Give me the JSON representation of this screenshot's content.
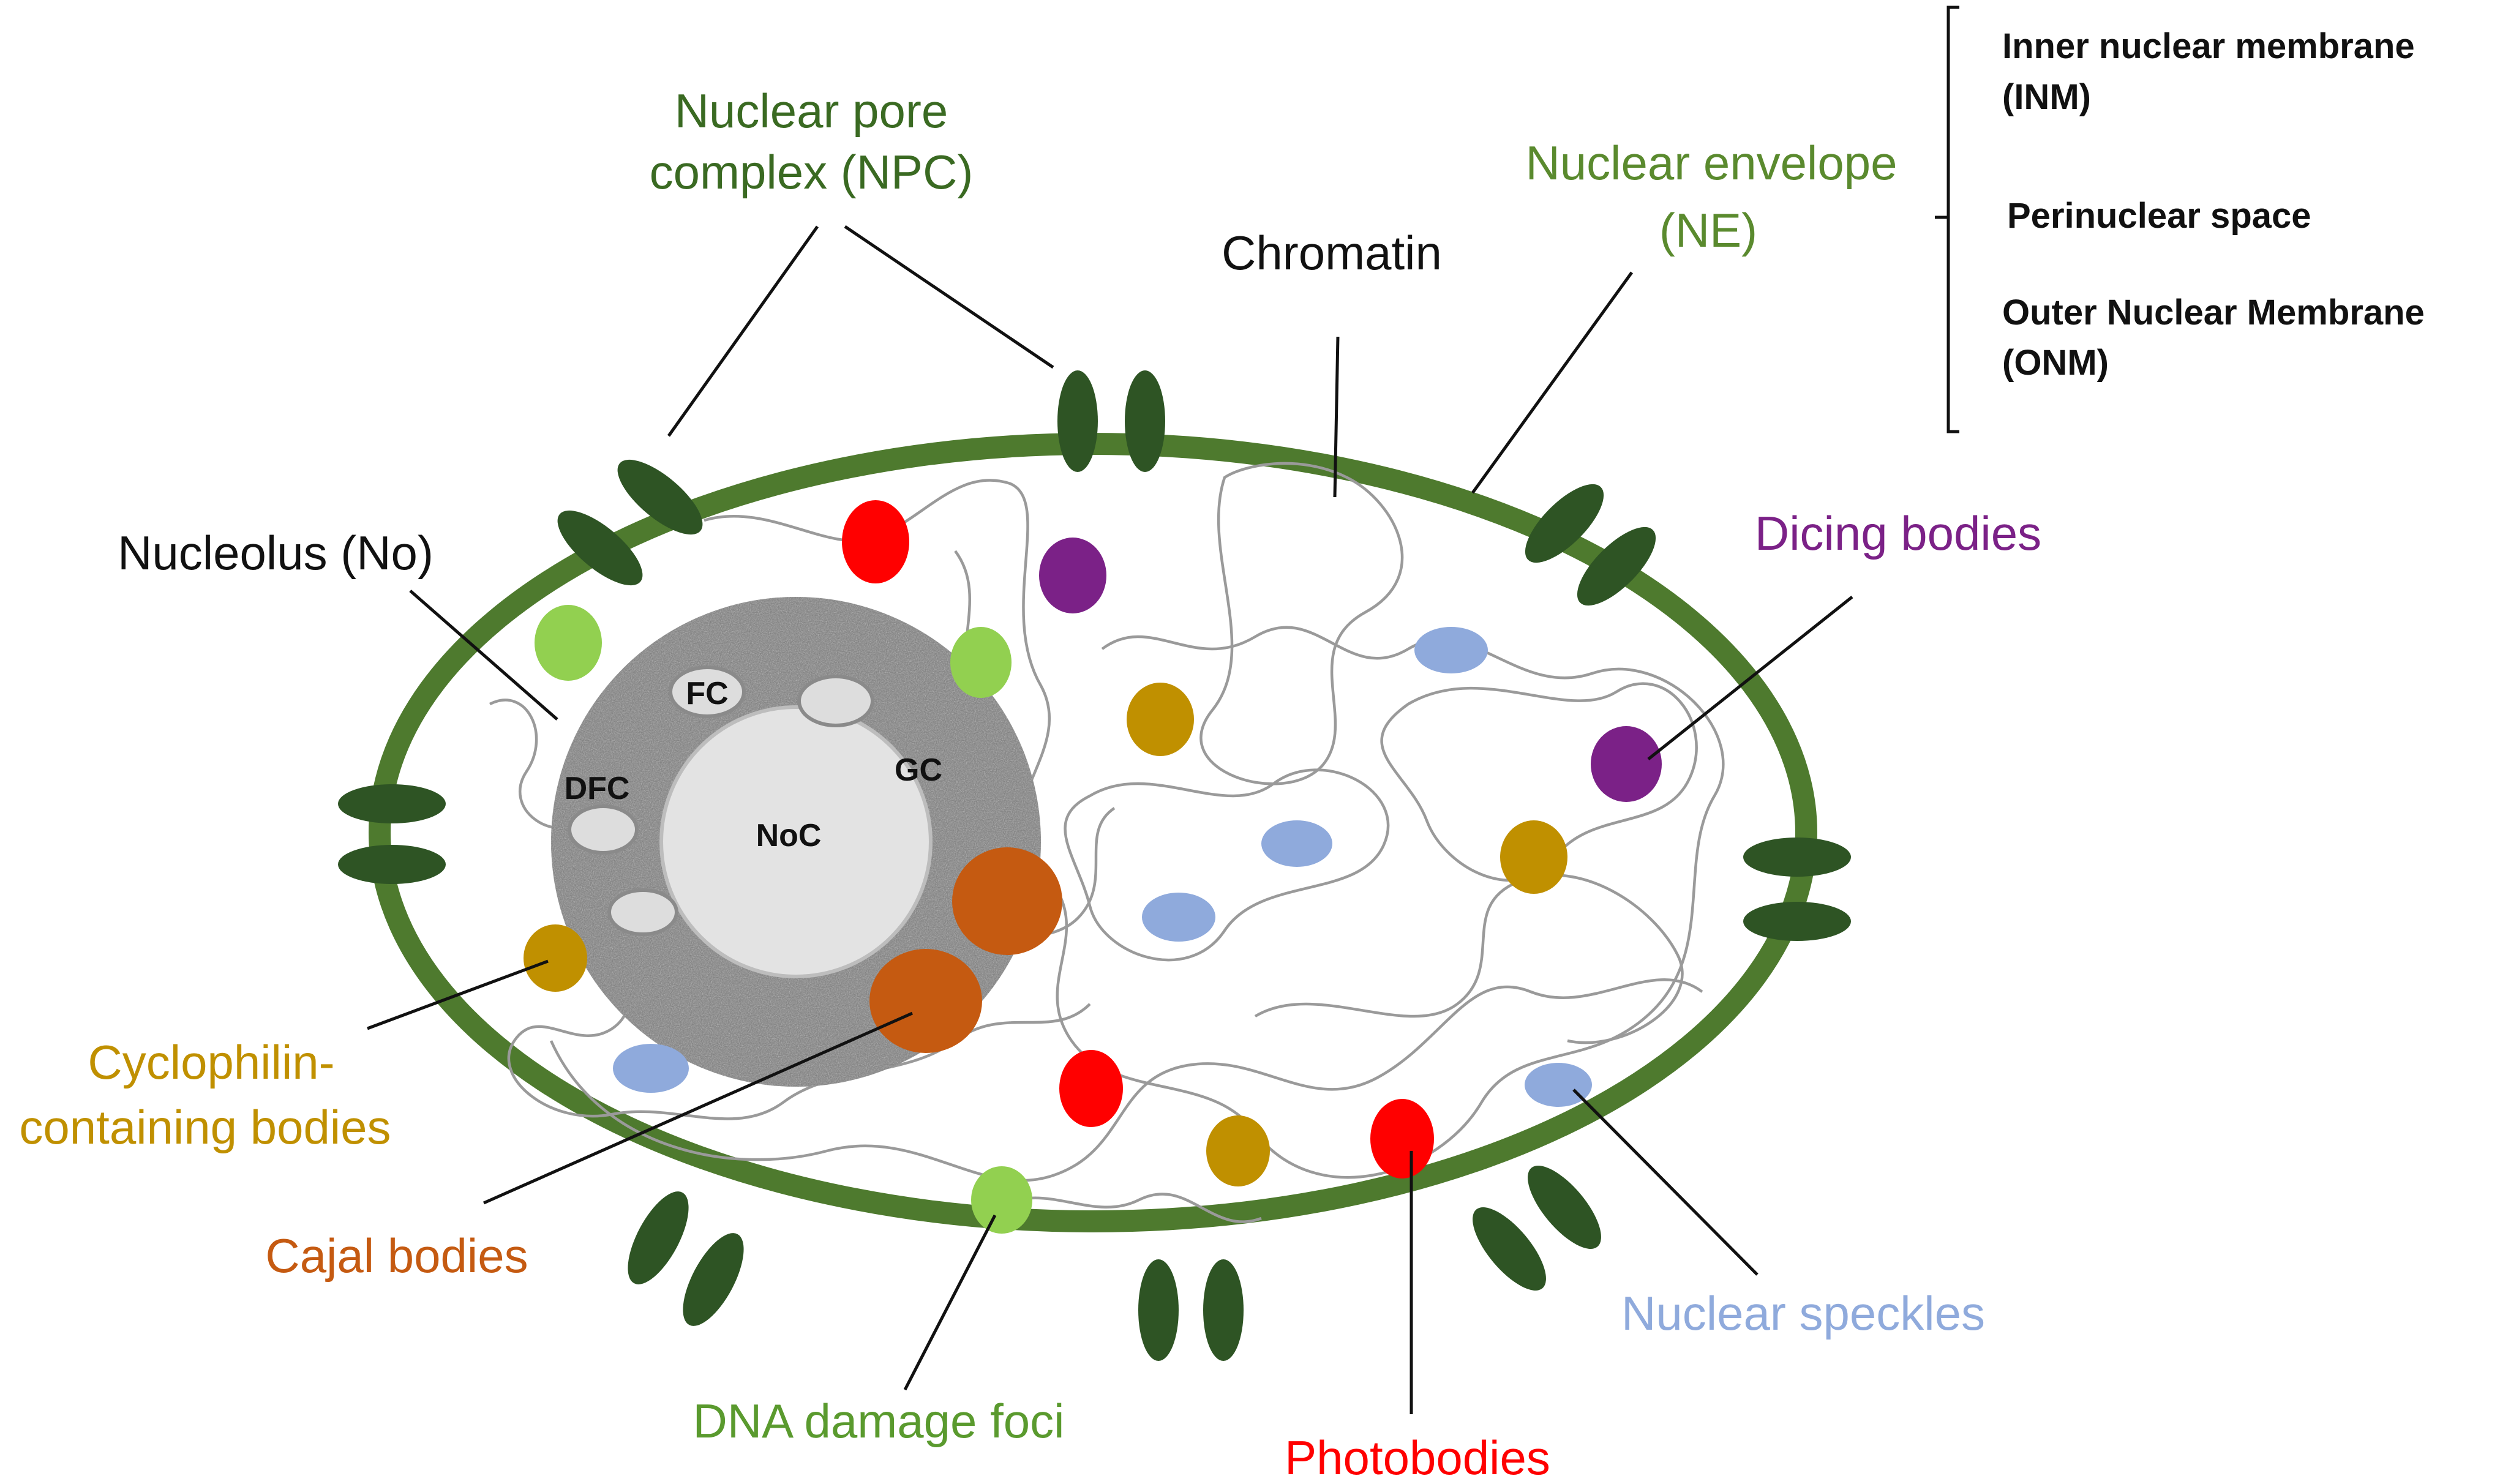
{
  "colors": {
    "envelope": "#4e7a2e",
    "pore": "#2e5424",
    "dark_label": "#111111",
    "envelope_label": "#5a8a2e",
    "npc_label": "#3a6a22",
    "dicing": "#7b2187",
    "speckles": "#8faadc",
    "photobodies": "#ff0000",
    "cyclophilin": "#c09000",
    "cajal": "#c55a11",
    "dna_damage": "#92d050",
    "dna_damage_label": "#5a9a2e"
  },
  "labels": {
    "npc_line1": "Nuclear pore",
    "npc_line2": "complex (NPC)",
    "chromatin": "Chromatin",
    "ne_line1": "Nuclear envelope",
    "ne_line2": "(NE)",
    "inm_line1": "Inner nuclear membrane",
    "inm_line2": "(INM)",
    "perinuclear": "Perinuclear space",
    "onm_line1": "Outer Nuclear Membrane",
    "onm_line2": "(ONM)",
    "nucleolus": "Nucleolus (No)",
    "dicing": "Dicing bodies",
    "cyclo_line1": "Cyclophilin-",
    "cyclo_line2": "containing bodies",
    "cajal": "Cajal bodies",
    "dna_damage": "DNA damage foci",
    "photobodies": "Photobodies",
    "speckles": "Nuclear speckles",
    "fc": "FC",
    "dfc": "DFC",
    "gc": "GC",
    "noc": "NoC"
  }
}
